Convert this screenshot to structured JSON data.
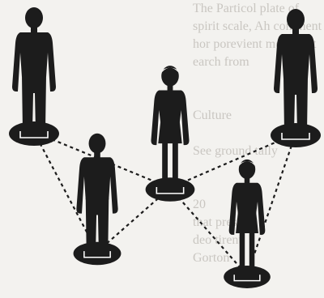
{
  "background_text": {
    "lines": [
      "The Particol plate of",
      "spirit scale, Ah comment",
      "hor porevient mor court",
      "earch from",
      "",
      "",
      "Culture",
      "",
      "See ground tally",
      "",
      "",
      "",
      "that pres",
      "deo tirent",
      "Gorton"
    ],
    "side_number": "20"
  },
  "colors": {
    "figure": "#1c1c1c",
    "disc_outline": "#ffffff",
    "line": "#1c1c1c",
    "paper": "#f3f2ef",
    "bleed_text": "#c9c6c1"
  },
  "people": [
    {
      "id": "person-top-left",
      "gender": "male"
    },
    {
      "id": "person-top-right",
      "gender": "male"
    },
    {
      "id": "person-center",
      "gender": "female"
    },
    {
      "id": "person-middle-left",
      "gender": "male"
    },
    {
      "id": "person-middle-right",
      "gender": "female"
    }
  ],
  "connections": [
    [
      "person-top-left",
      "person-center"
    ],
    [
      "person-center",
      "person-top-right"
    ],
    [
      "person-top-left",
      "person-middle-left"
    ],
    [
      "person-middle-left",
      "person-center"
    ],
    [
      "person-center",
      "person-middle-right"
    ],
    [
      "person-top-right",
      "person-middle-right"
    ]
  ]
}
